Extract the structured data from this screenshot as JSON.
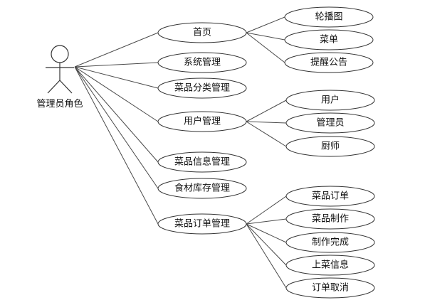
{
  "actor": {
    "label": "管理员角色"
  },
  "use_cases": {
    "home": {
      "label": "首页"
    },
    "carousel": {
      "label": "轮播图"
    },
    "menu": {
      "label": "菜单"
    },
    "notice": {
      "label": "提醒公告"
    },
    "system": {
      "label": "系统管理"
    },
    "category": {
      "label": "菜品分类管理"
    },
    "user_mgmt": {
      "label": "用户管理"
    },
    "user": {
      "label": "用户"
    },
    "admin": {
      "label": "管理员"
    },
    "chef": {
      "label": "厨师"
    },
    "dish_info": {
      "label": "菜品信息管理"
    },
    "inventory": {
      "label": "食材库存管理"
    },
    "order_mgmt": {
      "label": "菜品订单管理"
    },
    "dish_order": {
      "label": "菜品订单"
    },
    "dish_make": {
      "label": "菜品制作"
    },
    "make_done": {
      "label": "制作完成"
    },
    "serve_info": {
      "label": "上菜信息"
    },
    "order_cancel": {
      "label": "订单取消"
    }
  },
  "edges": [
    [
      "actor",
      "home"
    ],
    [
      "actor",
      "system"
    ],
    [
      "actor",
      "category"
    ],
    [
      "actor",
      "user_mgmt"
    ],
    [
      "actor",
      "dish_info"
    ],
    [
      "actor",
      "inventory"
    ],
    [
      "actor",
      "order_mgmt"
    ],
    [
      "home",
      "carousel"
    ],
    [
      "home",
      "menu"
    ],
    [
      "home",
      "notice"
    ],
    [
      "user_mgmt",
      "user"
    ],
    [
      "user_mgmt",
      "admin"
    ],
    [
      "user_mgmt",
      "chef"
    ],
    [
      "order_mgmt",
      "dish_order"
    ],
    [
      "order_mgmt",
      "dish_make"
    ],
    [
      "order_mgmt",
      "make_done"
    ],
    [
      "order_mgmt",
      "serve_info"
    ],
    [
      "order_mgmt",
      "order_cancel"
    ]
  ]
}
